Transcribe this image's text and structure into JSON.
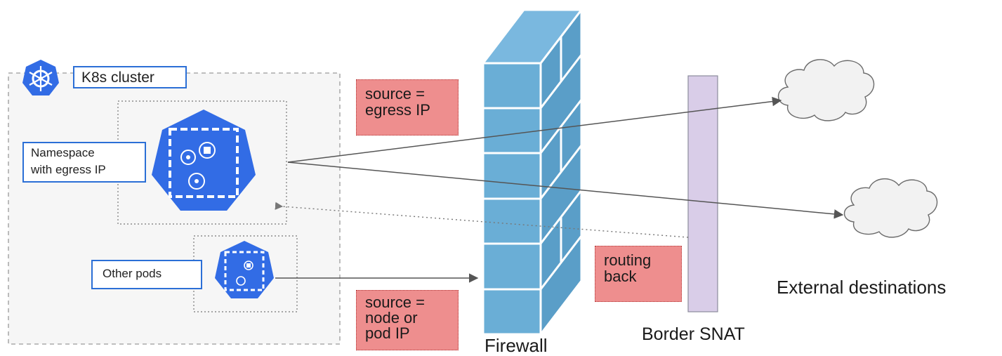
{
  "cluster": {
    "title": "K8s cluster"
  },
  "namespace": {
    "label_line1": "Namespace",
    "label_line2": "with egress IP"
  },
  "other_pods": {
    "label": "Other pods"
  },
  "notes": {
    "egress": {
      "line1": "source =",
      "line2": "egress IP"
    },
    "node": {
      "line1": "source =",
      "line2": "node or",
      "line3": "pod IP"
    },
    "routing": {
      "line1": "routing",
      "line2": "back"
    }
  },
  "firewall": {
    "label": "Firewall"
  },
  "border": {
    "label": "Border SNAT"
  },
  "external": {
    "label": "External destinations"
  },
  "colors": {
    "k8s_blue": "#326ce5",
    "firewall_front": "#6aaed6",
    "firewall_side": "#5a9ec8",
    "note_fill": "#ee8e8e",
    "snat_fill": "#d9cde8"
  }
}
